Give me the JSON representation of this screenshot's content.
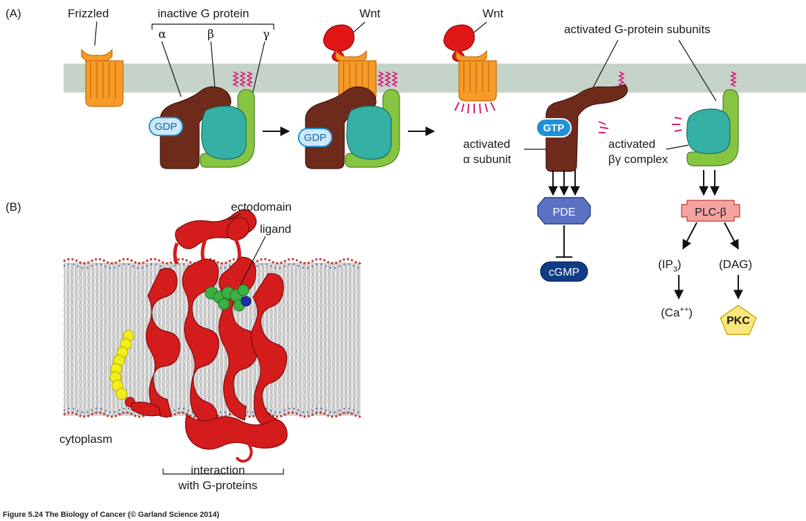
{
  "panel_a": {
    "panel_label": "(A)",
    "frizzled_label": "Frizzled",
    "g_protein_label": "inactive G protein",
    "alpha_label": "α",
    "beta_label": "β",
    "gamma_label": "γ",
    "wnt_label_1": "Wnt",
    "wnt_label_2": "Wnt",
    "activated_subunits_label": "activated G-protein subunits",
    "gdp_1": "GDP",
    "gdp_2": "GDP",
    "gtp": "GTP",
    "activated_alpha_line1": "activated",
    "activated_alpha_line2": "α subunit",
    "activated_bg_line1": "activated",
    "activated_bg_line2": "βγ complex",
    "pde": "PDE",
    "cgmp": "cGMP",
    "plc": "PLC-β",
    "ip3": "(IP",
    "ip3_sub": "3",
    "ip3_close": ")",
    "dag": "(DAG)",
    "ca": "(Ca",
    "ca_sup": "++",
    "ca_close": ")",
    "pkc": "PKC"
  },
  "panel_b": {
    "panel_label": "(B)",
    "ectodomain_label": "ectodomain",
    "ligand_label": "ligand",
    "cytoplasm_label": "cytoplasm",
    "interaction_line1": "interaction",
    "interaction_line2": "with G-proteins"
  },
  "caption": "Figure 5.24  The Biology of Cancer (© Garland Science 2014)",
  "colors": {
    "membrane": "#c6d3c9",
    "receptor": "#f79a27",
    "wnt": "#e11717",
    "alpha": "#6e2a1b",
    "beta": "#35b0a5",
    "gamma": "#86c541",
    "lipid_anchor": "#d91b7c",
    "pde": "#5b72c4",
    "cgmp": "#123b86",
    "plc": "#f4a3a3",
    "pkc": "#fbe87c",
    "gdp_fill": "#cde9f9",
    "gtp_fill": "#1f91d8"
  }
}
